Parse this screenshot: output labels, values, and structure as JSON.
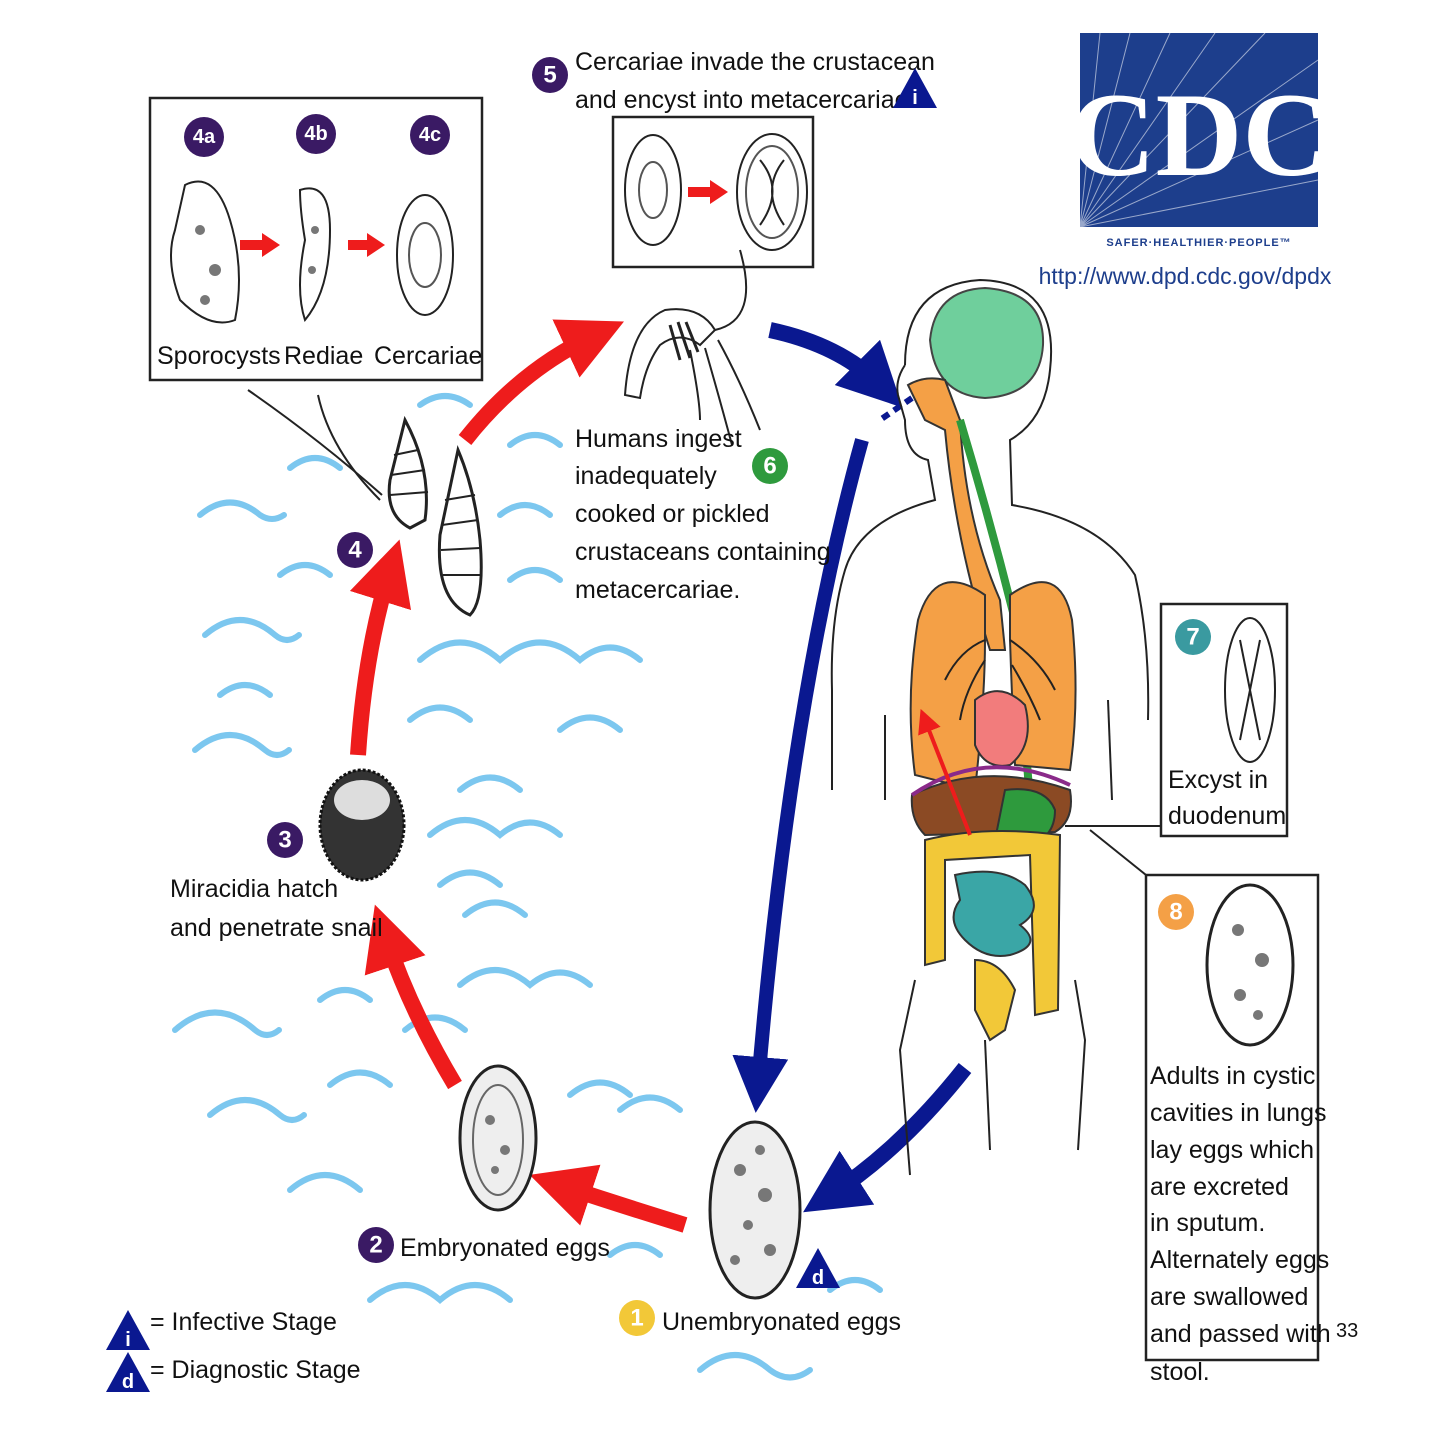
{
  "colors": {
    "purple_badge": "#3a1a64",
    "green_badge": "#2e9a3d",
    "teal_badge": "#3a9aa0",
    "orange_badge": "#f4a046",
    "yellow_badge": "#f2c838",
    "red_arrow": "#ee1c1c",
    "blue_arrow": "#0a1890",
    "water": "#7cc7ef",
    "cdc_blue": "#1d3e8c"
  },
  "logo": {
    "text": "CDC",
    "tagline": "SAFER·HEALTHIER·PEOPLE™",
    "url": "http://www.dpd.cdc.gov/dpdx"
  },
  "stages": {
    "s1": {
      "badge": "1",
      "label": "Unembryonated eggs"
    },
    "s2": {
      "badge": "2",
      "label": "Embryonated eggs"
    },
    "s3": {
      "badge": "3",
      "label_line1": "Miracidia hatch",
      "label_line2": "and penetrate snail"
    },
    "s4": {
      "badge": "4"
    },
    "s4a": {
      "badge": "4a",
      "label": "Sporocysts"
    },
    "s4b": {
      "badge": "4b",
      "label": "Rediae"
    },
    "s4c": {
      "badge": "4c",
      "label": "Cercariae"
    },
    "s5": {
      "badge": "5",
      "label_line1": "Cercariae invade the crustacean",
      "label_line2": "and encyst into metacercariae."
    },
    "s6": {
      "badge": "6",
      "lines": [
        "Humans ingest",
        "inadequately",
        "cooked or pickled",
        "crustaceans containing",
        "metacercariae."
      ]
    },
    "s7": {
      "badge": "7",
      "label_line1": "Excyst in",
      "label_line2": "duodenum"
    },
    "s8": {
      "badge": "8",
      "lines": [
        "Adults in cystic",
        "cavities in lungs",
        "lay eggs which",
        "are excreted",
        "in sputum.",
        "Alternately eggs",
        "are swallowed",
        "and passed with",
        "stool."
      ]
    }
  },
  "legend": {
    "infective": {
      "symbol": "i",
      "label": "= Infective Stage"
    },
    "diagnostic": {
      "symbol": "d",
      "label": "= Diagnostic Stage"
    }
  },
  "page_number": "33"
}
